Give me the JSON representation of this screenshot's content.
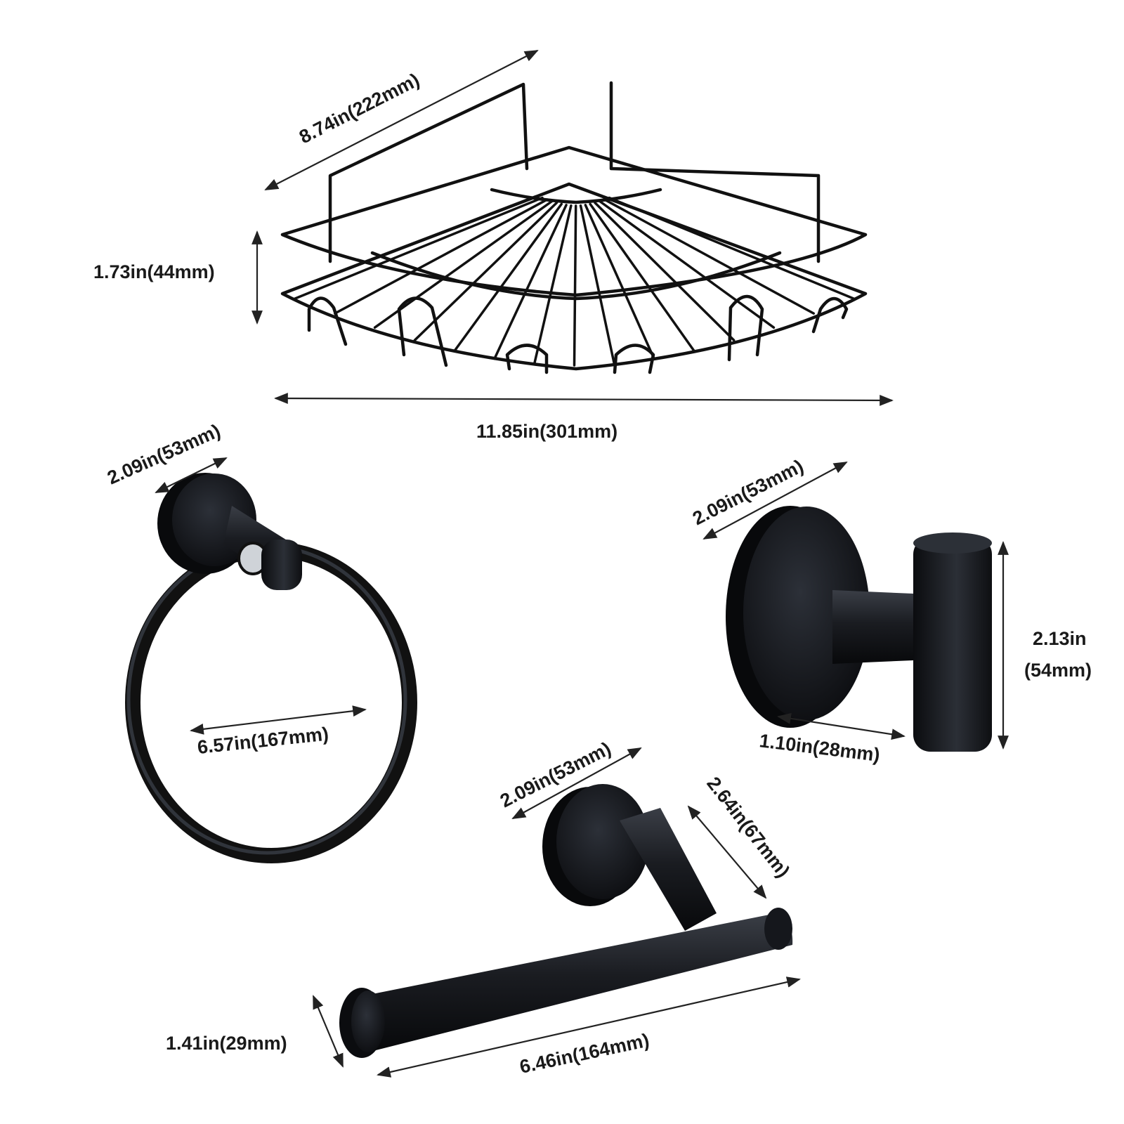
{
  "colors": {
    "background": "#ffffff",
    "metal": "#15171c",
    "text": "#1a1a1a"
  },
  "icons": [
    "corner-shower-caddy-icon",
    "towel-ring-icon",
    "robe-hook-icon",
    "toilet-paper-holder-icon"
  ],
  "caddy": {
    "depth": "8.74in(222mm)",
    "height": "1.73in(44mm)",
    "width": "11.85in(301mm)"
  },
  "towel_ring": {
    "base": "2.09in(53mm)",
    "diameter": "6.57in(167mm)"
  },
  "robe_hook": {
    "base": "2.09in(53mm)",
    "height_line1": "2.13in",
    "height_line2": "(54mm)",
    "projection": "1.10in(28mm)"
  },
  "paper_holder": {
    "base": "2.09in(53mm)",
    "projection": "2.64in(67mm)",
    "end_cap": "1.41in(29mm)",
    "length": "6.46in(164mm)"
  }
}
